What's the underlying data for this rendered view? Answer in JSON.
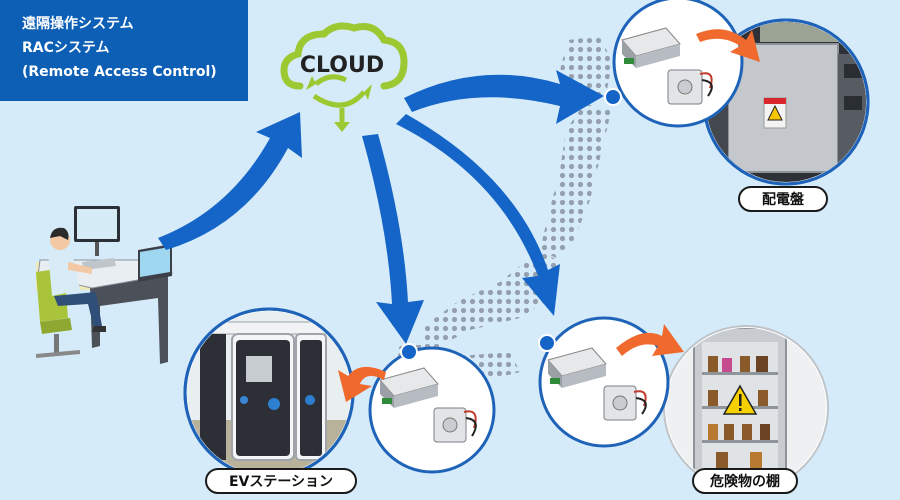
{
  "title": {
    "line1": "遠隔操作システム",
    "line2": "RACシステム",
    "line3": "(Remote Access Control)"
  },
  "cloud": {
    "label": "CLOUD"
  },
  "sites": {
    "distribution_board": "配電盤",
    "ev_station": "EVステーション",
    "hazmat_shelf": "危険物の棚"
  },
  "colors": {
    "title_bg": "#0d5fb5",
    "background": "#d6ebfa",
    "arrow_blue": "#1565c8",
    "arrow_orange": "#ef6a2c",
    "cloud_green": "#9cc832",
    "circle_border": "#1e63b8"
  },
  "icons": {
    "cloud": "cloud-sync-icon",
    "warning": "warning-triangle-icon",
    "device": "rac-controller-icon"
  }
}
